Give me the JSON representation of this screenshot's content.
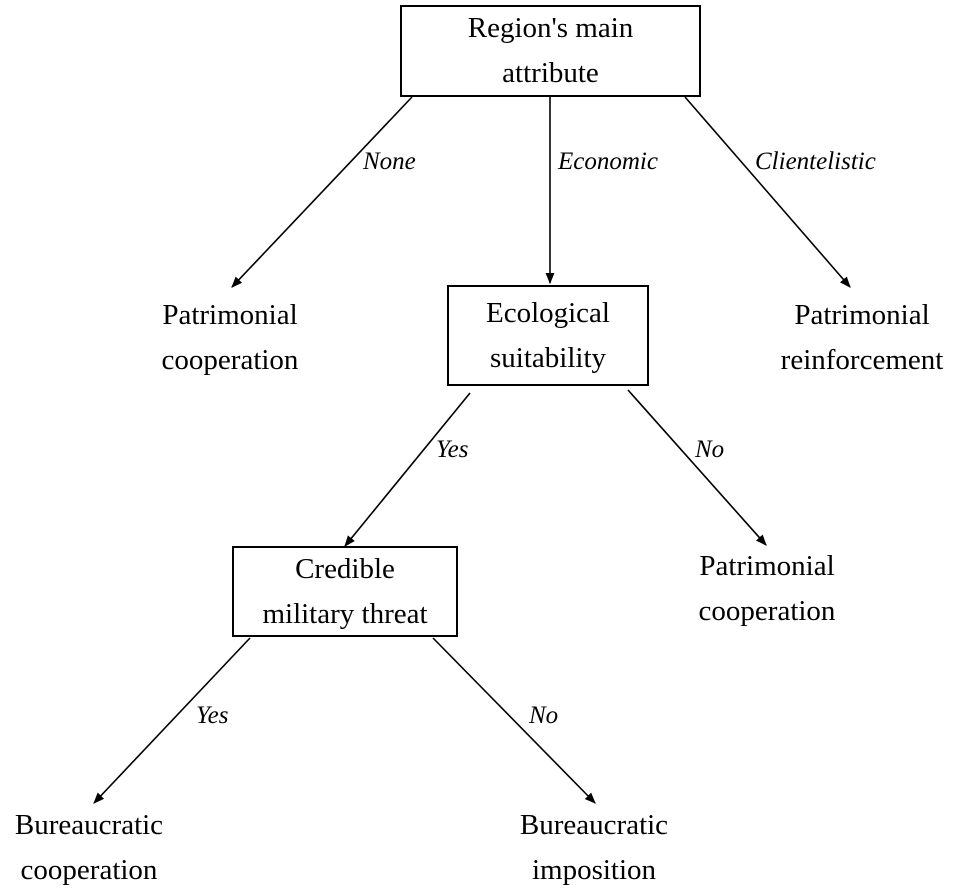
{
  "nodes": {
    "root": [
      "Region's main",
      "attribute"
    ],
    "ecological": [
      "Ecological",
      "suitability"
    ],
    "military": [
      "Credible",
      "military threat"
    ],
    "patrimonial_cooperation_1": [
      "Patrimonial",
      "cooperation"
    ],
    "patrimonial_reinforcement": [
      "Patrimonial",
      "reinforcement"
    ],
    "patrimonial_cooperation_2": [
      "Patrimonial",
      "cooperation"
    ],
    "bureaucratic_cooperation": [
      "Bureaucratic",
      "cooperation"
    ],
    "bureaucratic_imposition": [
      "Bureaucratic",
      "imposition"
    ]
  },
  "edges": {
    "none": "None",
    "economic": "Economic",
    "clientelistic": "Clientelistic",
    "eco_yes": "Yes",
    "eco_no": "No",
    "mil_yes": "Yes",
    "mil_no": "No"
  }
}
